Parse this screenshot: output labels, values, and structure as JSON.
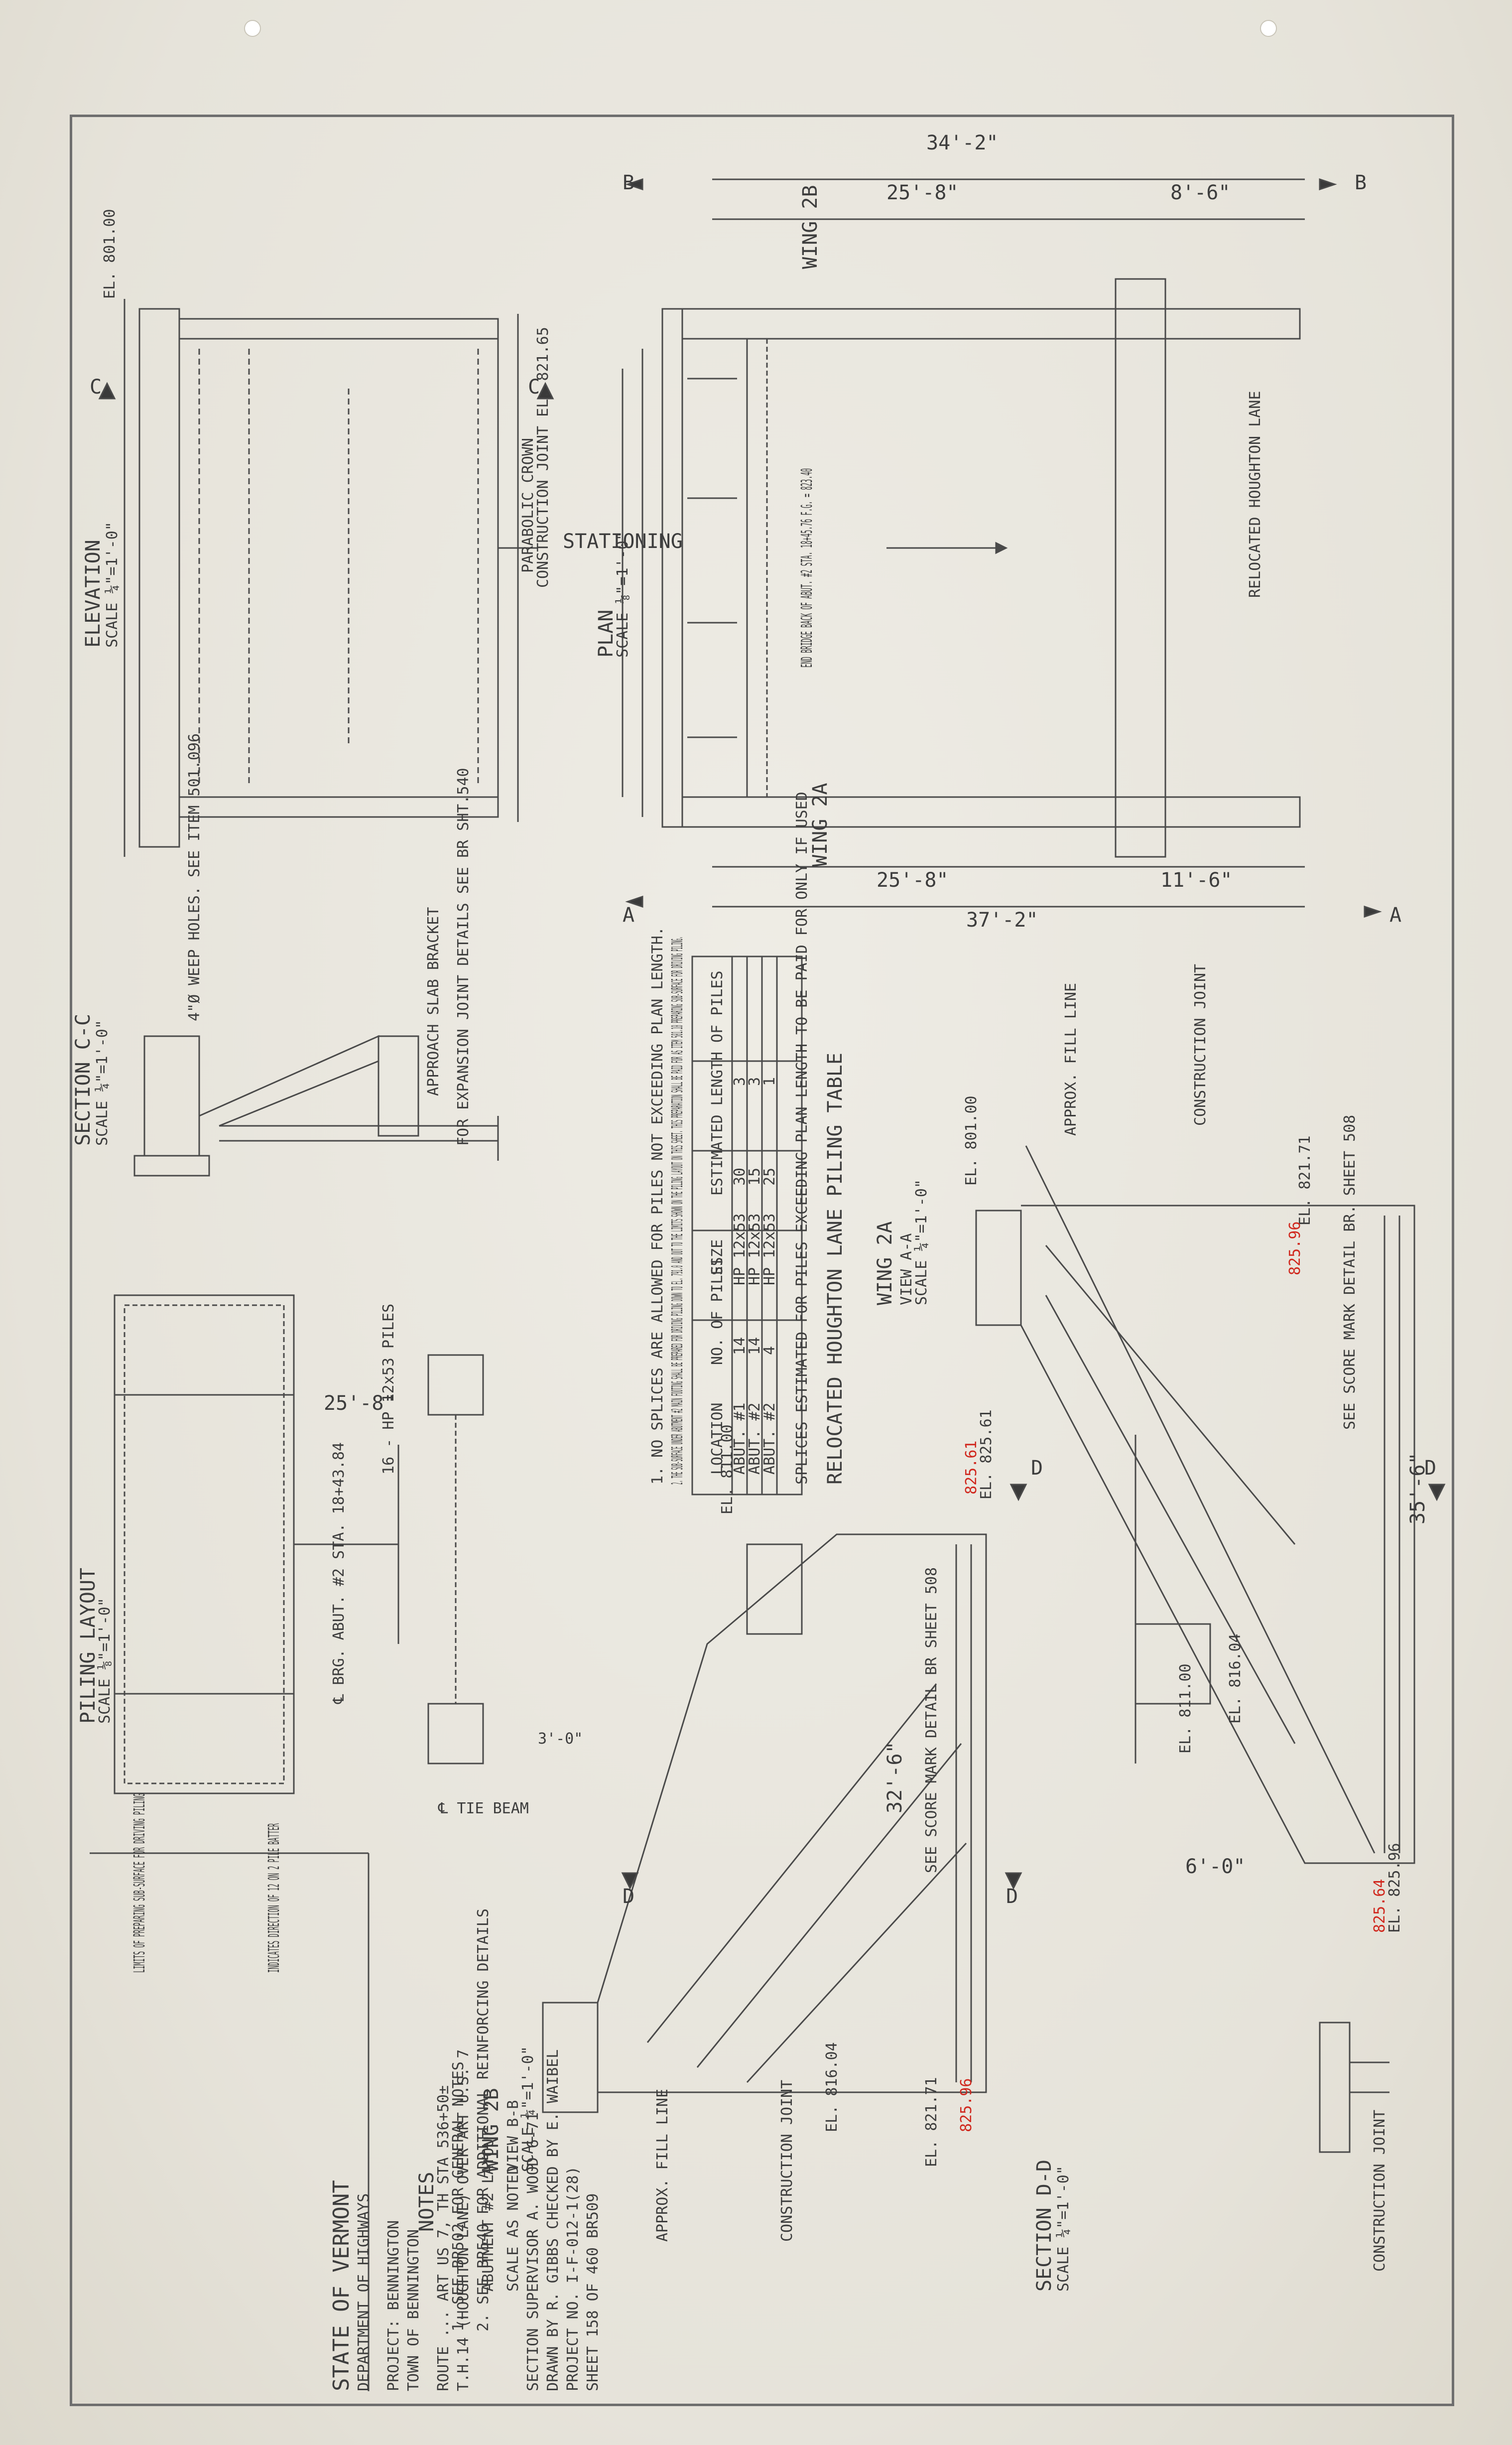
{
  "title_block": {
    "state": "STATE OF VERMONT",
    "dept": "DEPARTMENT OF HIGHWAYS",
    "project": "PROJECT: BENNINGTON",
    "town": "TOWN OF BENNINGTON",
    "route": "ROUTE ... ART US 7, TH STA 536+50±",
    "road": "T.H.14 (HOUGHTON LANE) OVER ART U.S. 7",
    "sheet_title": "ABUTMENT #2 LAYOUT",
    "scale": "SCALE AS NOTED",
    "section_sup": "SECTION SUPERVISOR  A. WOOD  6-71",
    "drawn": "DRAWN BY  R. GIBBS  CHECKED BY  E. WAIBEL",
    "project_no": "PROJECT NO. I-F-012-1(28)",
    "sheet": "SHEET 158 OF 460    BR509"
  },
  "notes": {
    "heading": "NOTES",
    "n1": "1. SEE BR502 FOR GENERAL NOTES",
    "n2": "2. SEE BR540 FOR ADDITIONAL REINFORCING DETAILS"
  },
  "piling_table": {
    "title": "RELOCATED HOUGHTON LANE PILING TABLE",
    "headers": [
      "LOCATION",
      "NO. OF PILES",
      "SIZE",
      "ESTIMATED LENGTH OF PILES",
      "SPLICES ESTIMATED FOR PILES EXCEEDING PLAN LENGTH TO BE PAID FOR ONLY IF USED"
    ],
    "rows": [
      [
        "ABUT. #1",
        "14",
        "HP 12x53",
        "30",
        "3"
      ],
      [
        "ABUT. #2",
        "14",
        "HP 12x53",
        "15",
        "3"
      ],
      [
        "ABUT. #2",
        "4",
        "HP 12x53",
        "25",
        "1"
      ]
    ],
    "note1": "1. NO SPLICES ARE ALLOWED FOR PILES NOT EXCEEDING PLAN LENGTH.",
    "note2": "2. THE SUB-SURFACE UNDER ABUTMENT #2 MAIN FOOTING SHALL BE PREPARED FOR DRIVING PILING DOWN TO EL. 791.0 AND OUT TO THE LIMITS SHOWN ON THE PILING LAYOUT ON THIS SHEET. THIS PREPARATION SHALL BE PAID FOR AS ITEM 501.10 PREPARING SUB-SURFACE FOR DRIVING PILING."
  },
  "views": {
    "elevation": "ELEVATION",
    "elevation_scale": "SCALE ¼\"=1'-0\"",
    "plan": "PLAN",
    "plan_scale": "SCALE ⅛\"=1'-0\"",
    "section_cc": "SECTION C-C",
    "section_cc_scale": "SCALE ¼\"=1'-0\"",
    "piling_layout": "PILING LAYOUT",
    "piling_layout_scale": "SCALE ⅛\"=1'-0\"",
    "wing2a": "WING 2A",
    "wing2a_view": "VIEW A-A",
    "wing2a_scale": "SCALE ¼\"=1'-0\"",
    "wing2b": "WING 2B",
    "wing2b_view": "VIEW B-B",
    "wing2b_scale": "SCALE ¼\"=1'-0\"",
    "section_dd": "SECTION D-D",
    "section_dd_scale": "SCALE ¼\"=1'-0\""
  },
  "labels": {
    "el_801": "EL. 801.00",
    "el_811": "EL. 811.00",
    "el_816": "EL. 816.04",
    "el_821": "EL. 821.71",
    "el_825": "EL. 825.61",
    "el_82596": "EL. 825.96",
    "red1": "825.61",
    "red2": "825.96",
    "red3": "825.64",
    "dim_34_2": "34'-2\"",
    "dim_25_8": "25'-8\"",
    "dim_8_6": "8'-6\"",
    "dim_37_2": "37'-2\"",
    "dim_11_6": "11'-6\"",
    "dim_35_6": "35'-6\"",
    "dim_32_6": "32'-6\"",
    "dim_6_0": "6'-0\"",
    "dim_3_0": "3'-0\"",
    "stationing": "STATIONING",
    "relocated": "RELOCATED HOUGHTON LANE",
    "end_bridge": "END BRIDGE BACK OF ABUT. #2 STA. 18+45.76 F.G. = 823.40",
    "const_joint": "CONSTRUCTION JOINT",
    "parabolic": "PARABOLIC CROWN",
    "const_joint_el": "CONSTRUCTION JOINT EL. 821.65",
    "weep": "4\"Ø WEEP HOLES. SEE ITEM 501.096",
    "approach_slab": "APPROACH SLAB BRACKET",
    "expansion": "FOR EXPANSION JOINT DETAILS SEE BR SHT.540",
    "see_score1": "SEE SCORE MARK DETAIL BR. SHEET 508",
    "see_score2": "SEE SCORE MARK DETAIL BR SHEET 508",
    "fill_line": "APPROX. FILL LINE",
    "piles": "16 - HP 12x53 PILES",
    "tie_beam": "℄ TIE BEAM",
    "batter": "INDICATES DIRECTION OF 12 ON 2 PILE BATTER",
    "limits": "LIMITS OF PREPARING SUB-SURFACE FOR DRIVING PILING",
    "brg": "℄ BRG. ABUT. #2 STA. 18+43.84",
    "wing_2a": "WING 2A",
    "wing_2b": "WING 2B",
    "cut_a": "A",
    "cut_b": "B",
    "cut_c": "C",
    "cut_d": "D"
  }
}
